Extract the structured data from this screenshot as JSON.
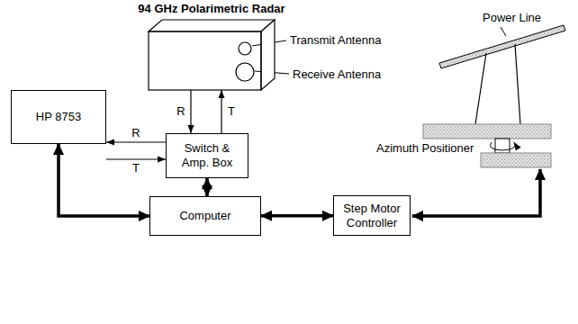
{
  "diagram": {
    "nodes": [
      {
        "text": [
          "94 GHz Polarimetric Radar"
        ]
      },
      {
        "text": [
          "HP 8753"
        ]
      },
      {
        "text": [
          "Switch & Amp. Box"
        ]
      },
      {
        "text": [
          "Computer"
        ]
      },
      {
        "text": [
          "Step Motor Controller"
        ]
      }
    ],
    "edges": [
      {
        "from": 0,
        "to": 2,
        "label": "R",
        "arrow": "to"
      },
      {
        "from": 2,
        "to": 0,
        "label": "T",
        "arrow": "to"
      },
      {
        "from": 2,
        "to": 1,
        "label": "R",
        "arrow": "to"
      },
      {
        "from": 1,
        "to": 2,
        "label": "T",
        "arrow": "to"
      },
      {
        "from": 2,
        "to": 3,
        "arrow": "both"
      },
      {
        "from": 1,
        "to": 3,
        "arrow": "both"
      },
      {
        "from": 3,
        "to": 4,
        "arrow": "both"
      }
    ],
    "labels": [
      "Transmit Antenna",
      "Receive Antenna",
      "Power Line",
      "Azimuth Positioner"
    ]
  }
}
